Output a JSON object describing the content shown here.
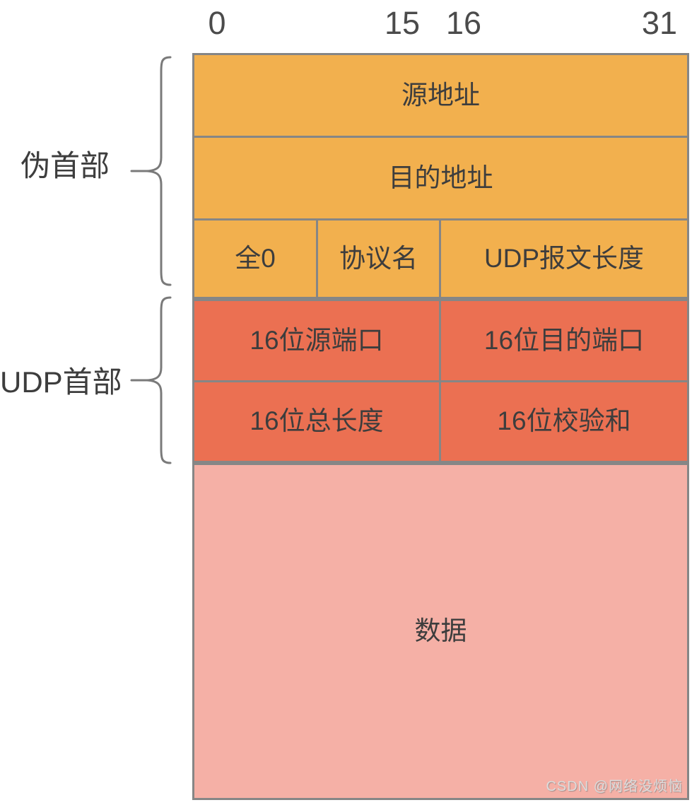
{
  "colors": {
    "orange": "#F2B04E",
    "red": "#EB7052",
    "pink": "#F5B0A6",
    "border": "#868686",
    "cell-text": "#3D3D3D",
    "axis-text": "#4B4B4B",
    "brace": "#7A7A7A",
    "watermark": "#DCDCDC",
    "bg": "#FFFFFF"
  },
  "diagram": {
    "axis": {
      "ticks": [
        "0",
        "15",
        "16",
        "31"
      ]
    },
    "pseudo_header": {
      "brace_label": "伪首部",
      "rows": [
        [
          "源地址"
        ],
        [
          "目的地址"
        ],
        [
          "全0",
          "协议名",
          "UDP报文长度"
        ]
      ]
    },
    "udp_header": {
      "brace_label": "UDP首部",
      "rows": [
        [
          "16位源端口",
          "16位目的端口"
        ],
        [
          "16位总长度",
          "16位校验和"
        ]
      ]
    },
    "data_field": {
      "label": "数据"
    },
    "watermark": "CSDN @网络没烦恼"
  }
}
